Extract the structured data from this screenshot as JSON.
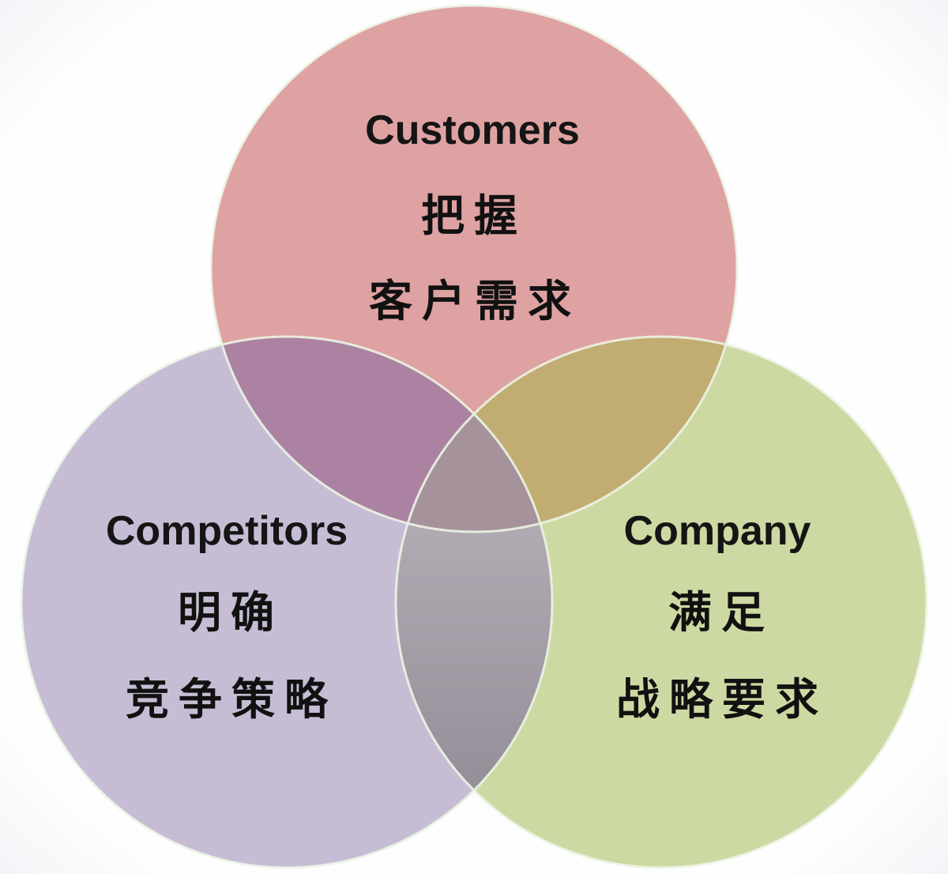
{
  "diagram_type": "venn-3-circles",
  "colors": {
    "background_center": "#fefeff",
    "background_edge": "#f1f1f6",
    "text": "#151515",
    "circle_stroke": "#ecf5e5",
    "customers_fill": "#dfa2a2",
    "competitors_fill": "#c6bdd5",
    "company_fill": "#cdd9a2",
    "customers_competitors_overlap": "#ab82a2",
    "customers_company_overlap": "#c1ad72",
    "competitors_company_overlap_top": "#b1aab3",
    "competitors_company_overlap_bottom": "#96909a",
    "triple_overlap": "#a5929a"
  },
  "circles": {
    "customers": {
      "label": "Customers",
      "line1": "把握",
      "line2": "客户需求"
    },
    "competitors": {
      "label": "Competitors",
      "line1": "明确",
      "line2": "竞争策略"
    },
    "company": {
      "label": "Company",
      "line1": "满足",
      "line2": "战略要求"
    }
  }
}
